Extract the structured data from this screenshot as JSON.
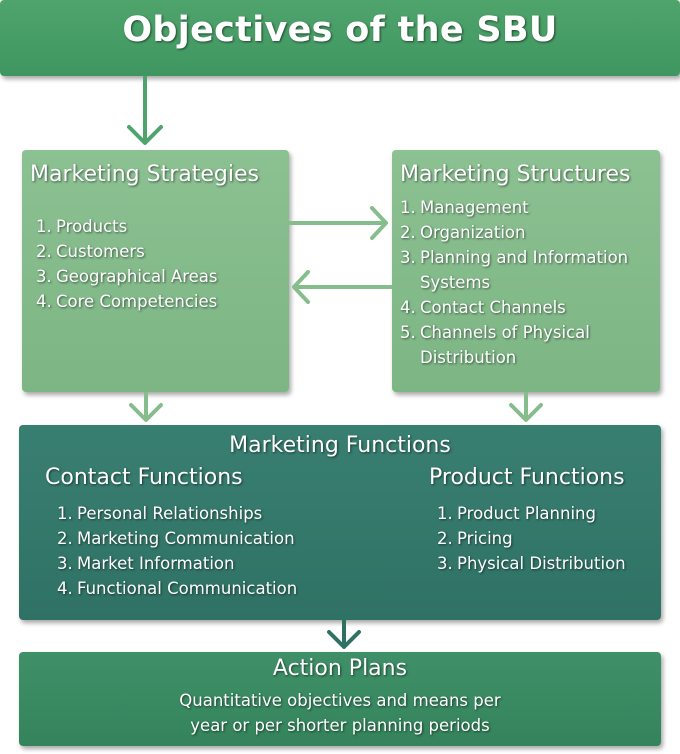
{
  "title": "Objectives of the SBU",
  "marketing_strategies": {
    "title": "Marketing Strategies",
    "items": [
      {
        "num": "1.",
        "text": "Products"
      },
      {
        "num": "2.",
        "text": "Customers"
      },
      {
        "num": "3.",
        "text": "Geographical Areas"
      },
      {
        "num": "4.",
        "text": "Core Competencies"
      }
    ]
  },
  "marketing_structures": {
    "title": "Marketing Structures",
    "items": [
      {
        "num": "1.",
        "text": "Management"
      },
      {
        "num": "2.",
        "text": "Organization"
      },
      {
        "num": "3.",
        "text": "Planning and Information Systems"
      },
      {
        "num": "4.",
        "text": "Contact Channels"
      },
      {
        "num": "5.",
        "text": "Channels of Physical Distribution"
      }
    ]
  },
  "marketing_functions": {
    "title": "Marketing Functions",
    "contact": {
      "title": "Contact Functions",
      "items": [
        {
          "num": "1.",
          "text": "Personal Relationships"
        },
        {
          "num": "2.",
          "text": "Marketing Communication"
        },
        {
          "num": "3.",
          "text": "Market Information"
        },
        {
          "num": "4.",
          "text": "Functional Communication"
        }
      ]
    },
    "product": {
      "title": "Product Functions",
      "items": [
        {
          "num": "1.",
          "text": "Product Planning"
        },
        {
          "num": "2.",
          "text": "Pricing"
        },
        {
          "num": "3.",
          "text": "Physical Distribution"
        }
      ]
    }
  },
  "action_plans": {
    "title": "Action Plans",
    "description_line1": "Quantitative objectives and means per",
    "description_line2": "year or per shorter planning periods"
  },
  "colors": {
    "top": "#449a64",
    "light_green": "#84bb8b",
    "teal": "#34786b",
    "action": "#3a8a62",
    "arrow_green": "#4fa46c",
    "arrow_light": "#86bd8d",
    "arrow_teal": "#2f7265"
  }
}
